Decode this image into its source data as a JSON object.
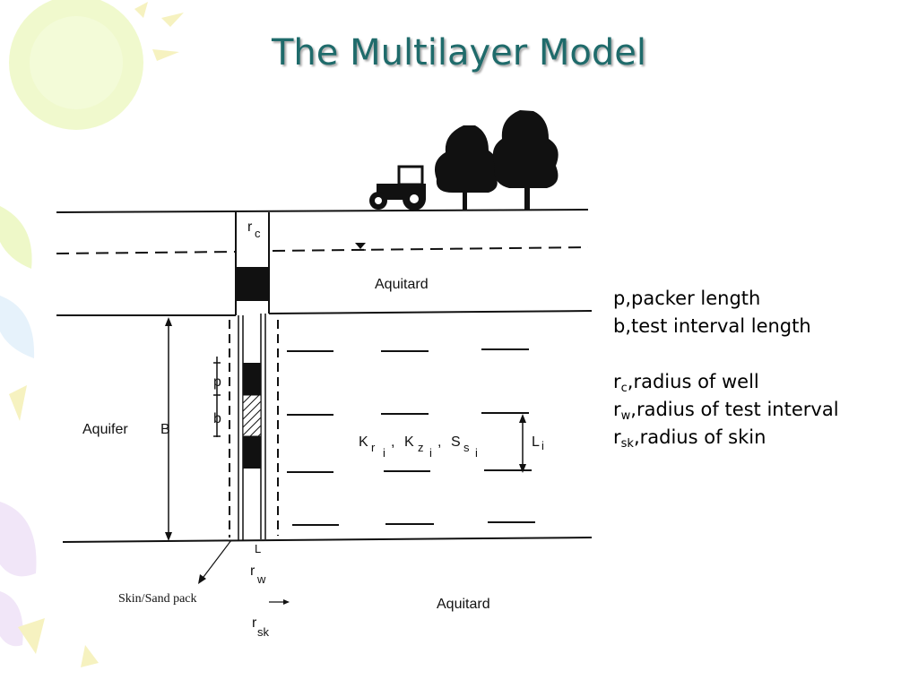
{
  "slide": {
    "title": "The Multilayer Model"
  },
  "diagram": {
    "labels": {
      "rc": "r",
      "rc_sub": "c",
      "aquitard_top": "Aquitard",
      "p": "p",
      "b": "b",
      "aquifer": "Aquifer",
      "B": "B",
      "K1": "K",
      "K1_sub": "r",
      "K1_subsub": "i",
      "K2": "K",
      "K2_sub": "z",
      "K2_subsub": "i",
      "S": "S",
      "S_sub": "s",
      "S_subsub": "i",
      "sep1": ",",
      "sep2": ",",
      "Li": "L",
      "Li_sub": "i",
      "L": "L",
      "rw": "r",
      "rw_sub": "w",
      "skin": "Skin/Sand pack",
      "aquitard_bottom": "Aquitard",
      "rsk": "r",
      "rsk_sub": "sk"
    }
  },
  "legend": {
    "p_text": "p,packer length",
    "b_text": "b,test interval length",
    "rc_main": "r",
    "rc_sub": "c",
    "rc_desc": ",radius of well",
    "rw_main": "r",
    "rw_sub": "w",
    "rw_desc": ",radius of test interval",
    "rsk_main": "r",
    "rsk_sub": "sk",
    "rsk_desc": ",radius of skin"
  }
}
